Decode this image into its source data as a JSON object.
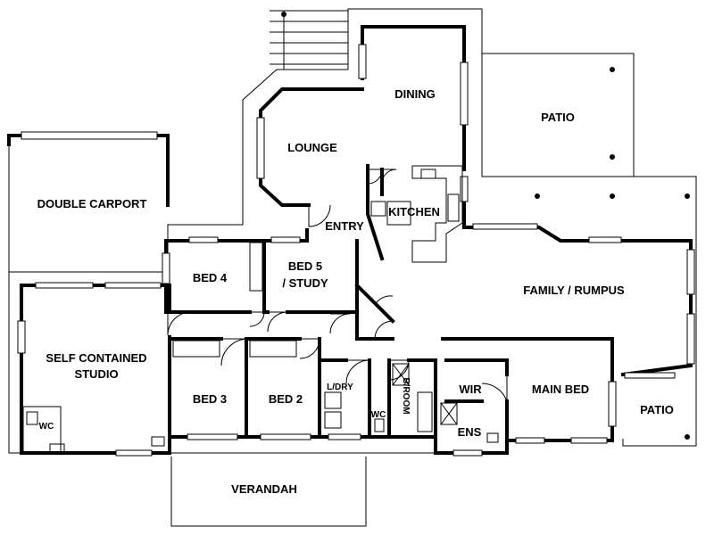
{
  "rooms": {
    "double_carport": "DOUBLE CARPORT",
    "lounge": "LOUNGE",
    "dining": "DINING",
    "patio_top": "PATIO",
    "entry": "ENTRY",
    "kitchen": "KITCHEN",
    "bed4": "BED 4",
    "bed5_line1": "BED 5",
    "bed5_line2": "/ STUDY",
    "family": "FAMILY / RUMPUS",
    "studio_line1": "SELF CONTAINED",
    "studio_line2": "STUDIO",
    "bed3": "BED 3",
    "bed2": "BED 2",
    "ldry": "L/DRY",
    "broom": "B/ROOM",
    "wc_mid": "WC",
    "wir": "WIR",
    "main_bed": "MAIN BED",
    "ens": "ENS",
    "patio_right": "PATIO",
    "wc_studio": "WC",
    "verandah": "VERANDAH"
  },
  "colors": {
    "wall": "#000000",
    "background": "#ffffff"
  }
}
